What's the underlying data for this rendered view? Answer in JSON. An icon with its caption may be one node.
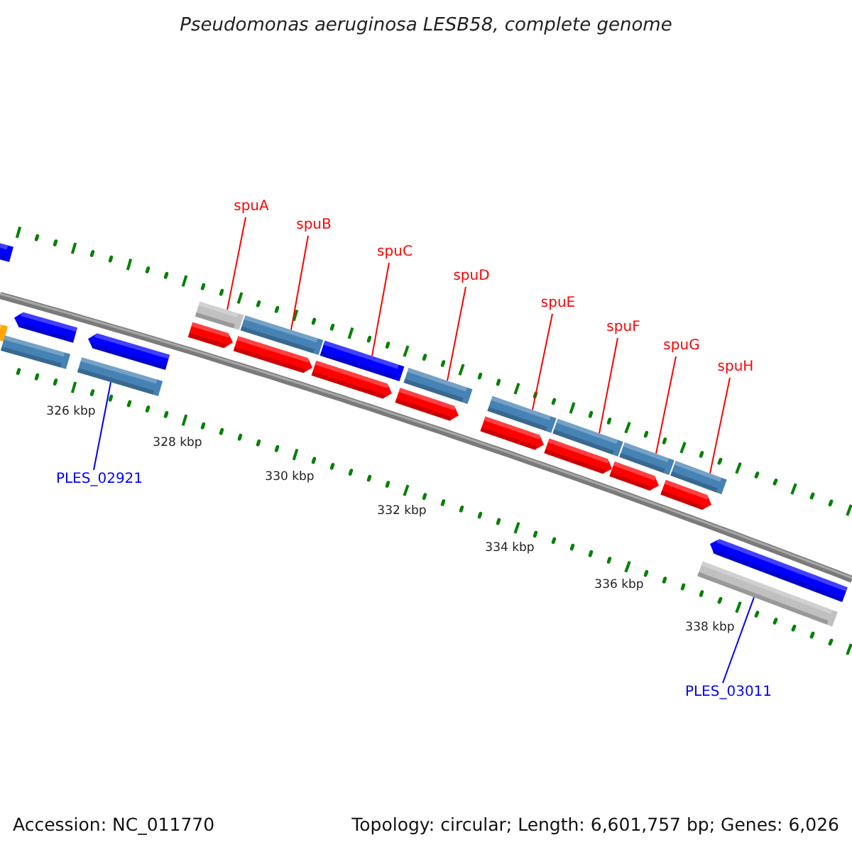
{
  "diagram": {
    "title": "Pseudomonas aeruginosa LESB58, complete genome",
    "nodes": [
      {
        "text": [
          "spuA"
        ]
      },
      {
        "text": [
          "spuB"
        ]
      },
      {
        "text": [
          "spuC"
        ]
      },
      {
        "text": [
          "spuD"
        ]
      },
      {
        "text": [
          "spuE"
        ]
      },
      {
        "text": [
          "spuF"
        ]
      },
      {
        "text": [
          "spuG"
        ]
      },
      {
        "text": [
          "spuH"
        ]
      },
      {
        "text": [
          "PLES_02921"
        ]
      },
      {
        "text": [
          "PLES_03011"
        ]
      },
      {
        "text": [],
        "shape": "bar"
      },
      {
        "text": [],
        "shape": "bar"
      },
      {
        "text": [],
        "shape": "bar"
      },
      {
        "text": [],
        "shape": "arrow"
      },
      {
        "text": [],
        "shape": "bar"
      },
      {
        "text": [],
        "shape": "arrow"
      },
      {
        "text": [],
        "shape": "arrow"
      },
      {
        "text": [],
        "shape": "bar"
      },
      {
        "text": [],
        "shape": "arrow"
      },
      {
        "text": [],
        "shape": "bar"
      },
      {
        "text": [],
        "shape": "arrow"
      },
      {
        "text": [],
        "shape": "bar"
      },
      {
        "text": [],
        "shape": "arrow"
      },
      {
        "text": [],
        "shape": "bar"
      },
      {
        "text": [],
        "shape": "arrow"
      },
      {
        "text": [],
        "shape": "bar"
      },
      {
        "text": [],
        "shape": "arrow"
      },
      {
        "text": [],
        "shape": "bar"
      },
      {
        "text": [],
        "shape": "arrow"
      },
      {
        "text": [],
        "shape": "bar"
      },
      {
        "text": [],
        "shape": "arrow"
      },
      {
        "text": [],
        "shape": "bar"
      },
      {
        "text": [],
        "shape": "bar"
      },
      {
        "text": [],
        "shape": "arrow"
      }
    ],
    "edges": [
      {
        "from": 0,
        "to": 17,
        "arrow": "none"
      },
      {
        "from": 1,
        "to": 19,
        "arrow": "none"
      },
      {
        "from": 2,
        "to": 21,
        "arrow": "none"
      },
      {
        "from": 3,
        "to": 23,
        "arrow": "none"
      },
      {
        "from": 4,
        "to": 25,
        "arrow": "none"
      },
      {
        "from": 5,
        "to": 27,
        "arrow": "none"
      },
      {
        "from": 6,
        "to": 29,
        "arrow": "none"
      },
      {
        "from": 7,
        "to": 31,
        "arrow": "none"
      },
      {
        "from": 8,
        "to": 14,
        "arrow": "none",
        "color": "#0000ff"
      },
      {
        "from": 9,
        "to": 32,
        "arrow": "none",
        "color": "#0000ff"
      }
    ],
    "labels": [
      "326 kbp",
      "328 kbp",
      "330 kbp",
      "332 kbp",
      "334 kbp",
      "336 kbp",
      "338 kbp",
      "Accession: NC_011770",
      "Topology: circular; Length: 6,601,757 bp; Genes: 6,026"
    ]
  }
}
